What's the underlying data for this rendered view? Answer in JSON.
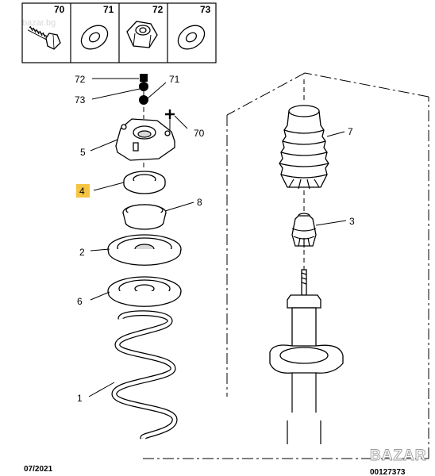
{
  "legend": [
    {
      "number": "70",
      "icon": "bolt-icon"
    },
    {
      "number": "71",
      "icon": "washer-icon"
    },
    {
      "number": "72",
      "icon": "nut-icon"
    },
    {
      "number": "73",
      "icon": "washer-icon"
    }
  ],
  "callouts": {
    "c72": "72",
    "c73": "73",
    "c71": "71",
    "c70": "70",
    "c5": "5",
    "c4": "4",
    "c8": "8",
    "c2": "2",
    "c6": "6",
    "c1": "1",
    "c7": "7",
    "c3": "3"
  },
  "footer": {
    "date": "07/2021",
    "reference": "00127373"
  },
  "watermark": {
    "brand": "BAZAR",
    "top_faint": "bazar.bg"
  },
  "colors": {
    "highlight": "#f5c542",
    "lines": "#000000",
    "shade": "#d9d9d9"
  }
}
